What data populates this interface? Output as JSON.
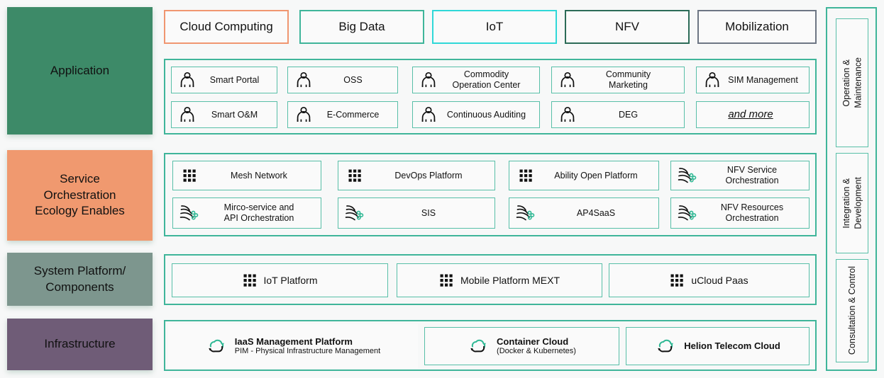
{
  "layers": {
    "application": {
      "label": "Application",
      "color": "#3d8a68",
      "tags": [
        {
          "label": "Cloud Computing",
          "border": "#f09670"
        },
        {
          "label": "Big Data",
          "border": "#3fb59a"
        },
        {
          "label": "IoT",
          "border": "#2fd8d8"
        },
        {
          "label": "NFV",
          "border": "#2b6b57"
        },
        {
          "label": "Mobilization",
          "border": "#6d7684"
        }
      ],
      "tiles": [
        {
          "label": "Smart Portal",
          "icon": "person-icon"
        },
        {
          "label": "OSS",
          "icon": "person-icon"
        },
        {
          "label": "Commodity\nOperation Center",
          "icon": "person-icon"
        },
        {
          "label": "Community\nMarketing",
          "icon": "person-icon"
        },
        {
          "label": "SIM Management",
          "icon": "person-icon"
        },
        {
          "label": "Smart O&M",
          "icon": "person-icon"
        },
        {
          "label": "E-Commerce",
          "icon": "person-icon"
        },
        {
          "label": "Continuous Auditing",
          "icon": "person-icon"
        },
        {
          "label": "DEG",
          "icon": "person-icon"
        },
        {
          "label": "and more",
          "icon": "none"
        }
      ]
    },
    "service": {
      "label": "Service\nOrchestration\nEcology Enables",
      "color": "#f0996f",
      "tiles": [
        {
          "label": "Mesh Network",
          "icon": "dot-grid-icon"
        },
        {
          "label": "DevOps Platform",
          "icon": "dot-grid-icon"
        },
        {
          "label": "Ability Open Platform",
          "icon": "dot-grid-icon"
        },
        {
          "label": "NFV Service\nOrchestration",
          "icon": "orchestration-icon"
        },
        {
          "label": "Mirco-service and\nAPI Orchestration",
          "icon": "orchestration-icon"
        },
        {
          "label": "SIS",
          "icon": "orchestration-icon"
        },
        {
          "label": "AP4SaaS",
          "icon": "orchestration-icon"
        },
        {
          "label": "NFV Resources\nOrchestration",
          "icon": "orchestration-icon"
        }
      ]
    },
    "system": {
      "label": "System Platform/\nComponents",
      "color": "#7d968e",
      "tiles": [
        {
          "label": "IoT Platform",
          "icon": "dot-grid-icon"
        },
        {
          "label": "Mobile Platform MEXT",
          "icon": "dot-grid-icon"
        },
        {
          "label": "uCloud Paas",
          "icon": "dot-grid-icon"
        }
      ]
    },
    "infrastructure": {
      "label": "Infrastructure",
      "color": "#6f5c77",
      "tiles": [
        {
          "title": "IaaS Management Platform",
          "subtitle": "PIM - Physical Infrastructure Management",
          "icon": "cloud-icon"
        },
        {
          "title": "Container Cloud",
          "subtitle": "(Docker & Kubernetes)",
          "icon": "cloud-icon"
        },
        {
          "title": "Helion Telecom Cloud",
          "subtitle": "",
          "icon": "cloud-icon"
        }
      ]
    }
  },
  "rail": {
    "items": [
      {
        "label": "Operation &\nMaintenance"
      },
      {
        "label": "Integration &\nDevelopment"
      },
      {
        "label": "Consultation & Control"
      }
    ]
  },
  "colors": {
    "accent": "#3fb59a",
    "tile_border": "#58bfa8",
    "icon_green": "#2fb894",
    "background": "#f7f8f8"
  }
}
